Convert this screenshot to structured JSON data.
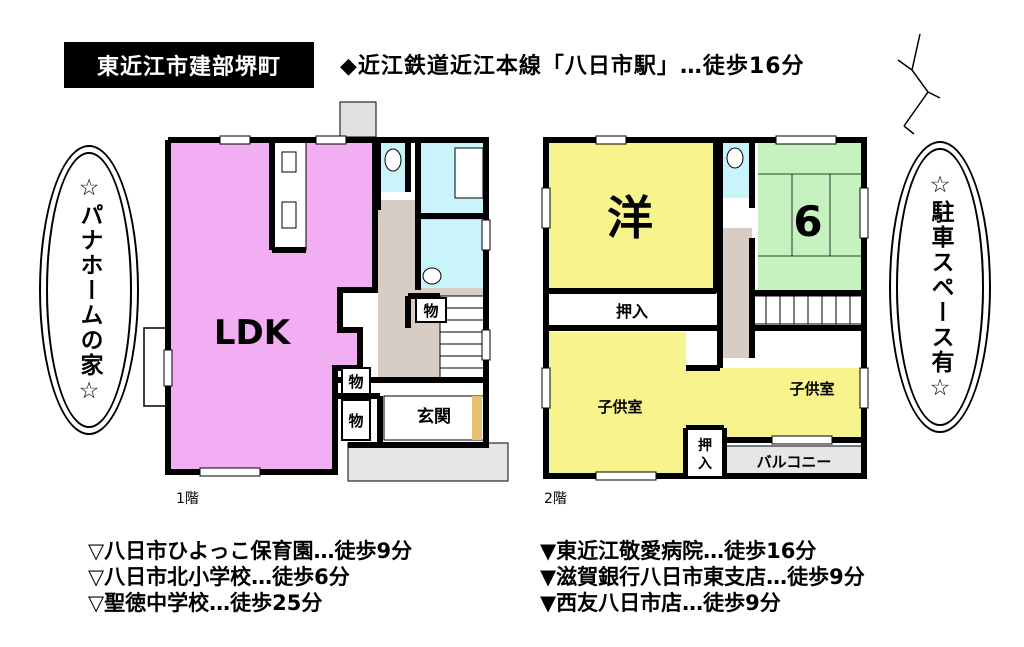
{
  "header": {
    "location": "東近江市建部堺町",
    "station": "◆近江鉄道近江本線「八日市駅」…徒歩16分"
  },
  "left_oval": "☆パナホームの家☆",
  "right_oval": "☆駐車スペース有☆",
  "floor1": {
    "label": "1階",
    "ldk": "LDK",
    "storage_small_1": "物",
    "storage_small_2": "物",
    "storage_small_3": "物",
    "entrance": "玄関"
  },
  "floor2": {
    "label": "2階",
    "western_room": "洋",
    "tatami_room": "6",
    "closet_main": "押入",
    "child_room_left": "子供室",
    "child_room_right": "子供室",
    "closet_small": "押入",
    "balcony": "バルコニー"
  },
  "nearby_left": [
    "▽八日市ひよっこ保育園…徒歩9分",
    "▽八日市北小学校…徒歩6分",
    "▽聖徳中学校…徒歩25分"
  ],
  "nearby_right": [
    "▼東近江敬愛病院…徒歩16分",
    "▼滋賀銀行八日市東支店…徒歩9分",
    "▼西友八日市店…徒歩9分"
  ],
  "colors": {
    "ldk": "#f2aef2",
    "western": "#f7f48e",
    "tatami": "#c6f2c0",
    "water": "#c9f4fb",
    "hall": "#d8cdc5",
    "outline": "#000000"
  }
}
